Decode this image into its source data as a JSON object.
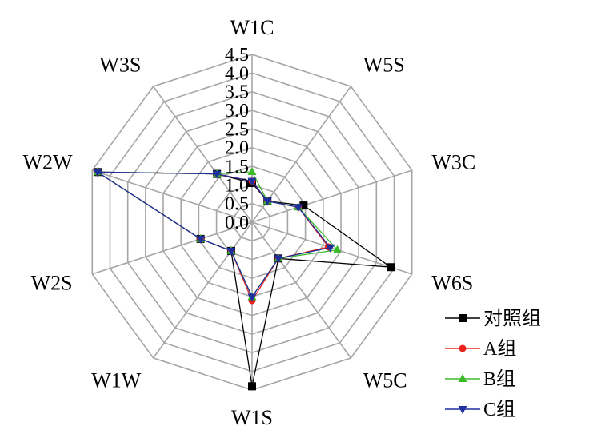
{
  "chart_data": {
    "type": "radar",
    "axes": [
      "W1C",
      "W5S",
      "W3C",
      "W6S",
      "W5C",
      "W1S",
      "W1W",
      "W2S",
      "W2W",
      "W3S"
    ],
    "rlim": [
      0,
      4.5
    ],
    "ticks": [
      "0.0",
      "0.5",
      "1.0",
      "1.5",
      "2.0",
      "2.5",
      "3.0",
      "3.5",
      "4.0",
      "4.5"
    ],
    "grid": true,
    "legend_position": "bottom-right",
    "series": [
      {
        "name": "对照组",
        "color": "#000000",
        "marker": "square",
        "values": [
          1.05,
          0.7,
          1.45,
          3.9,
          1.2,
          4.4,
          0.95,
          1.45,
          4.35,
          1.6
        ]
      },
      {
        "name": "A组",
        "color": "#e8231c",
        "marker": "circle",
        "values": [
          1.1,
          0.7,
          1.3,
          2.15,
          1.2,
          2.1,
          0.95,
          1.45,
          4.35,
          1.6
        ]
      },
      {
        "name": "B组",
        "color": "#3dba2a",
        "marker": "triangle-up",
        "values": [
          1.35,
          0.7,
          1.3,
          2.4,
          1.2,
          2.0,
          0.95,
          1.45,
          4.35,
          1.6
        ]
      },
      {
        "name": "C组",
        "color": "#1f2f9e",
        "marker": "triangle-down",
        "values": [
          1.1,
          0.7,
          1.3,
          2.2,
          1.2,
          2.0,
          0.95,
          1.45,
          4.35,
          1.6
        ]
      }
    ]
  }
}
